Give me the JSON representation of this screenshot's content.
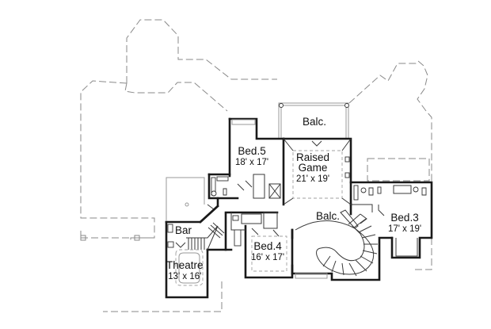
{
  "plan": {
    "type": "floor plan",
    "level": "upper floor",
    "line_color": "#1a1a1a",
    "dashed_outline_color": "#8a8a8a",
    "rooms": [
      {
        "name": "Balc.",
        "dims": "",
        "position": "top-center"
      },
      {
        "name": "Bed.5",
        "dims": "18' x 17'",
        "position": "upper-left-center"
      },
      {
        "name": "Raised Game",
        "name_line1": "Raised",
        "name_line2": "Game",
        "dims": "21' x 19'",
        "position": "center"
      },
      {
        "name": "Balc.",
        "dims": "",
        "position": "center (stair balcony)"
      },
      {
        "name": "Bed.3",
        "dims": "17' x 19'",
        "position": "right"
      },
      {
        "name": "Bed.4",
        "dims": "16' x 17'",
        "position": "lower-center"
      },
      {
        "name": "Bar",
        "dims": "",
        "position": "left"
      },
      {
        "name": "Theatre",
        "dims": "13' x 16'",
        "position": "lower-left"
      }
    ]
  }
}
